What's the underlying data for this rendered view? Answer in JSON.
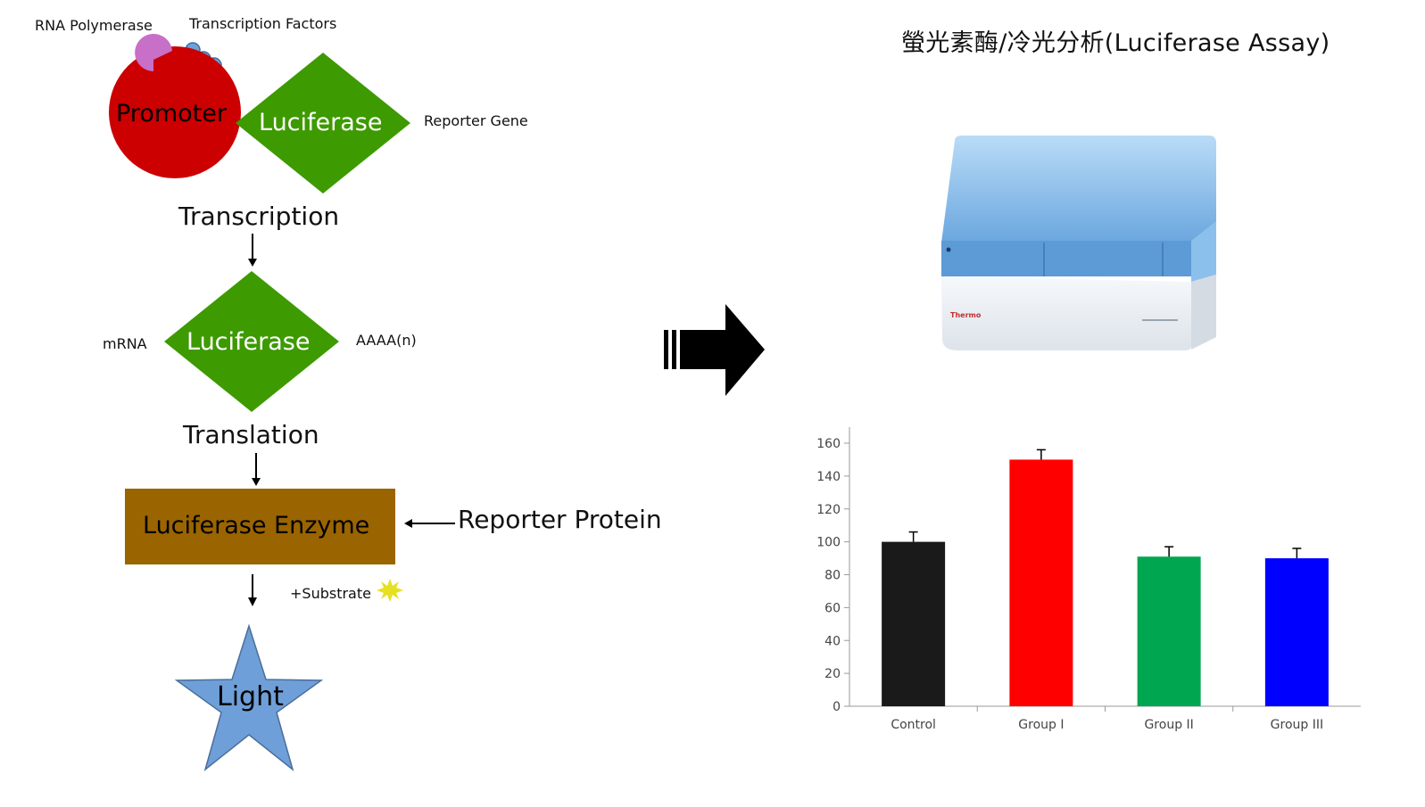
{
  "title": "螢光素酶/冷光分析(Luciferase Assay)",
  "diagram": {
    "rna_polymerase": "RNA Polymerase",
    "transcription_factors": "Transcription Factors",
    "promoter": "Promoter",
    "luciferase_gene": "Luciferase",
    "reporter_gene": "Reporter Gene",
    "transcription": "Transcription",
    "mrna": "mRNA",
    "luciferase_mrna": "Luciferase",
    "polya": "AAAA(n)",
    "translation": "Translation",
    "enzyme": "Luciferase Enzyme",
    "reporter_protein": "Reporter Protein",
    "substrate": "+Substrate",
    "light": "Light"
  },
  "instrument": {
    "brand": "Thermo"
  },
  "colors": {
    "promoter": "#cc0000",
    "luciferase": "#3d9a00",
    "enzyme_box": "#9a6400",
    "star": "#6f9fd8",
    "polymerase": "#c86fc8",
    "factors": "#6fa0d8",
    "instrument_top": "#7fb8ea",
    "instrument_base": "#eef2f7"
  },
  "chart_data": {
    "type": "bar",
    "categories": [
      "Control",
      "Group I",
      "Group II",
      "Group III"
    ],
    "values": [
      100,
      150,
      91,
      90
    ],
    "errors": [
      6,
      6,
      6,
      6
    ],
    "colors": [
      "#1a1a1a",
      "#ff0000",
      "#00a650",
      "#0000ff"
    ],
    "ylim": [
      0,
      160
    ],
    "yticks": [
      "0",
      "20",
      "40",
      "60",
      "80",
      "100",
      "120",
      "140",
      "160"
    ],
    "title": "",
    "xlabel": "",
    "ylabel": "",
    "grid": false,
    "legend": "none"
  }
}
